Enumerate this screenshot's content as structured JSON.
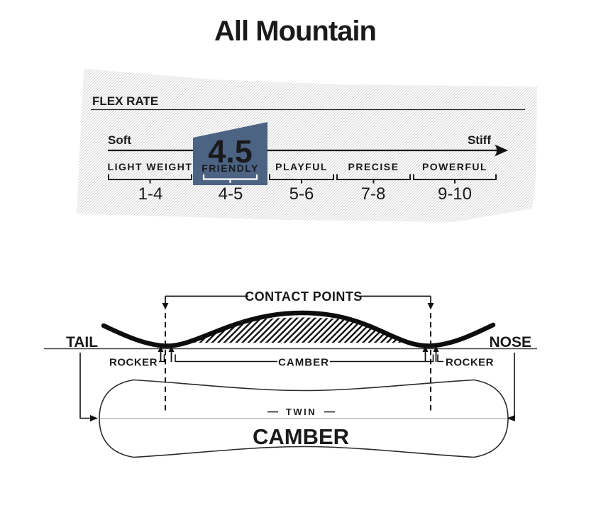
{
  "title": "All Mountain",
  "flex": {
    "heading": "FLEX RATE",
    "soft_label": "Soft",
    "stiff_label": "Stiff",
    "value": "4.5",
    "accent_color": "#4c6384",
    "categories": [
      {
        "label": "LIGHT WEIGHT",
        "range": "1-4",
        "selected": false
      },
      {
        "label": "FRIENDLY",
        "range": "4-5",
        "selected": true
      },
      {
        "label": "PLAYFUL",
        "range": "5-6",
        "selected": false
      },
      {
        "label": "PRECISE",
        "range": "7-8",
        "selected": false
      },
      {
        "label": "POWERFUL",
        "range": "9-10",
        "selected": false
      }
    ]
  },
  "profile": {
    "contact_points": "CONTACT POINTS",
    "tail": "TAIL",
    "nose": "NOSE",
    "rocker_left": "ROCKER",
    "camber_span": "CAMBER",
    "rocker_right": "ROCKER"
  },
  "board": {
    "shape": "TWIN",
    "profile": "CAMBER"
  }
}
